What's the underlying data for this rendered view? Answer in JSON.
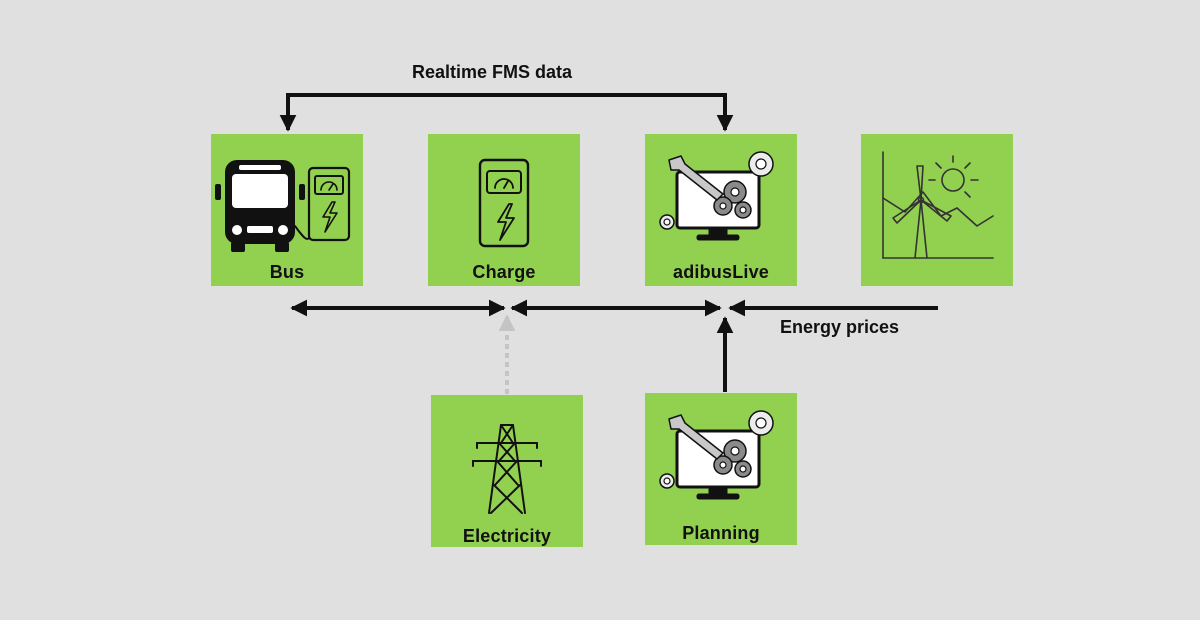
{
  "diagram": {
    "background": "#e0e0e0",
    "tile_color": "#92d050",
    "nodes": {
      "bus": {
        "label": "Bus",
        "icon": "bus-charging-icon"
      },
      "charge": {
        "label": "Charge",
        "icon": "charging-station-icon"
      },
      "adibuslive": {
        "label": "adibusLive",
        "icon": "monitor-gears-icon"
      },
      "renewables": {
        "label": "",
        "icon": "wind-solar-chart-icon"
      },
      "electricity": {
        "label": "Electricity",
        "icon": "power-pylon-icon"
      },
      "planning": {
        "label": "Planning",
        "icon": "monitor-gears-icon"
      }
    },
    "captions": {
      "fms": "Realtime FMS data",
      "energy_prices": "Energy prices"
    },
    "edges": [
      {
        "from": "adibuslive",
        "to": "bus",
        "label": "Realtime FMS data",
        "style": "solid",
        "direction": "both"
      },
      {
        "from": "bus",
        "to": "charge",
        "style": "solid",
        "direction": "both"
      },
      {
        "from": "charge",
        "to": "adibuslive",
        "style": "solid",
        "direction": "both"
      },
      {
        "from": "renewables",
        "to": "adibuslive",
        "label": "Energy prices",
        "style": "solid",
        "direction": "forward"
      },
      {
        "from": "electricity",
        "to": "charge",
        "style": "dashed",
        "direction": "forward"
      },
      {
        "from": "planning",
        "to": "adibuslive",
        "style": "solid",
        "direction": "forward"
      }
    ]
  }
}
